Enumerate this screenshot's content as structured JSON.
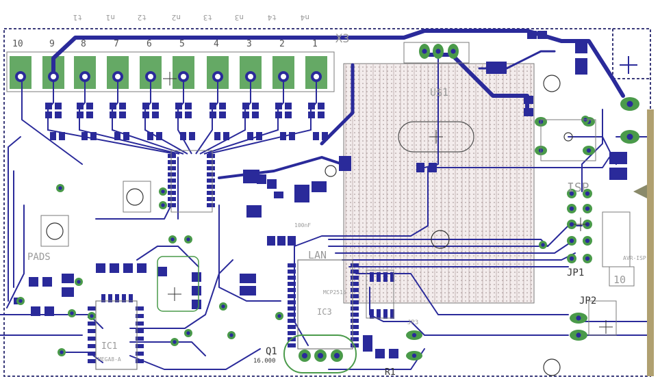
{
  "colors": {
    "background": "#ffffff",
    "trace": "#2a2a9a",
    "pad_green": "#4a9a4a",
    "silk": "#9a9a9a",
    "outline": "#7a7a7a",
    "hatch": "#c8b8b8"
  },
  "top_labels": [
    "t1",
    "n1",
    "t2",
    "n2",
    "t3",
    "n3",
    "t4",
    "n4"
  ],
  "terminal_numbers": [
    "10",
    "9",
    "8",
    "7",
    "6",
    "5",
    "4",
    "3",
    "2",
    "1"
  ],
  "labels": {
    "connector": "X3",
    "regulator": "U$1",
    "jp1": "JP1",
    "jp2": "JP2",
    "crystal": "Q1",
    "crystal_value": "16.000",
    "r1": "R1",
    "ic1": "IC1",
    "ic1_part": "MEGA8-A",
    "ic3": "IC3",
    "ic3_part": "MCP2515",
    "isp_label": "ISP",
    "avr_isp": "AVR-ISP",
    "avr_isp_num": "10",
    "lan_label": "LAN",
    "jp3": "JP3",
    "cap_100nf": "100nF",
    "pads_label": "PADS"
  },
  "icons": {
    "plus": "plus-marker-icon",
    "mount_hole": "mounting-hole-icon"
  }
}
